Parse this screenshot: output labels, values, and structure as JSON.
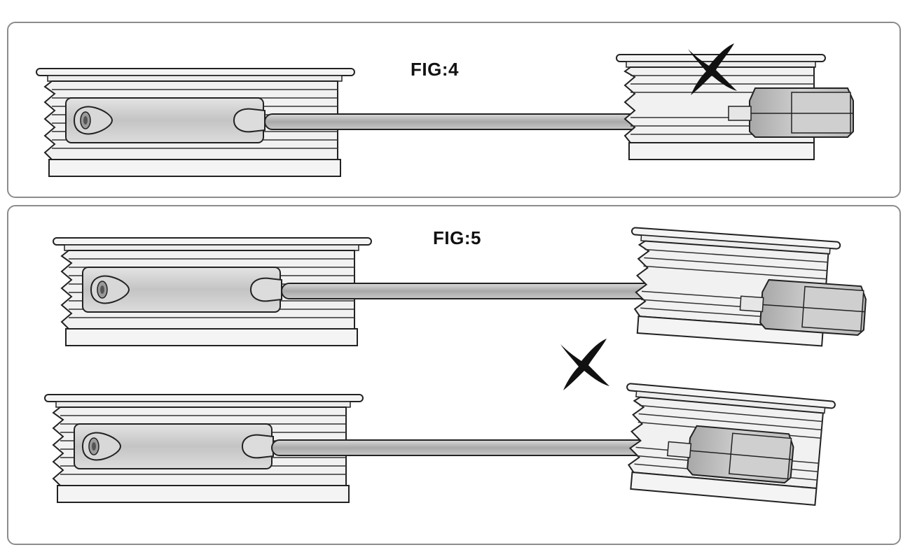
{
  "figures": [
    {
      "label": "FIG:4",
      "indicator": "incorrect"
    },
    {
      "label": "FIG:5",
      "indicator": "incorrect"
    }
  ],
  "colors": {
    "outline": "#222222",
    "pulley_fill": "#f2f2f2",
    "bracket_fill": "#d4d4d4",
    "rod_fill": "#bdbdbd",
    "cross_mark": "#111111",
    "panel_border": "#8c8c8c"
  },
  "icons": {
    "cross": "x-mark-icon"
  }
}
